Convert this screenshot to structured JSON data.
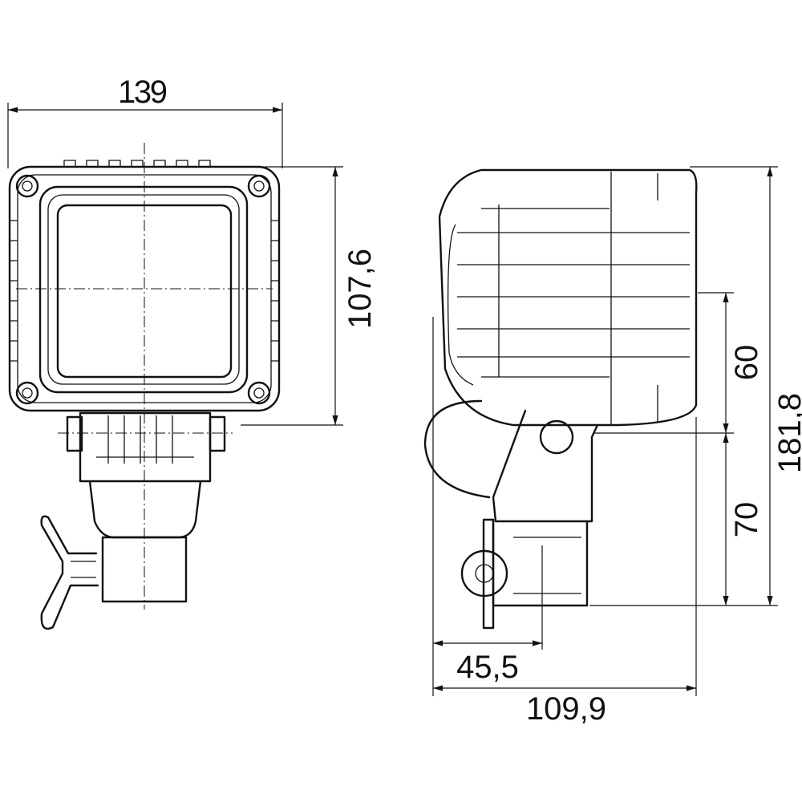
{
  "drawing": {
    "front_view": {
      "width_label": "139",
      "height_label": "107,6"
    },
    "side_view": {
      "upper_height_label": "60",
      "lower_height_label": "70",
      "total_height_label": "181,8",
      "mount_depth_label": "45,5",
      "total_depth_label": "109,9"
    }
  }
}
